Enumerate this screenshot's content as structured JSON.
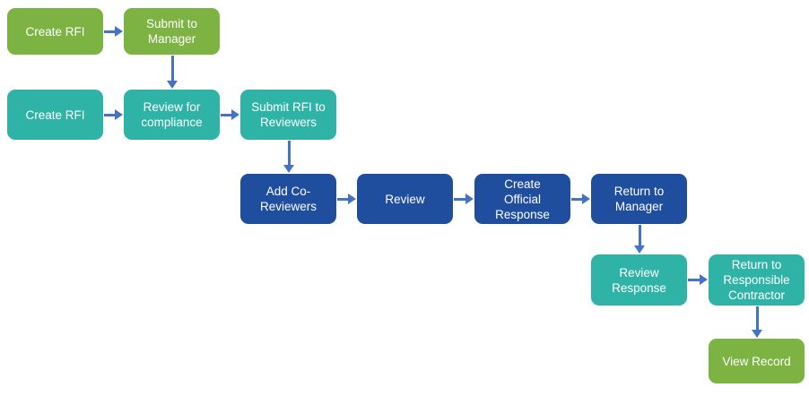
{
  "colors": {
    "green": "#7CB342",
    "teal": "#2FB3A6",
    "blue": "#1F4E9E",
    "arrow": "#4472C4",
    "text": "#FFFFFF",
    "background": "#FFFFFF"
  },
  "nodes": [
    {
      "id": "create-rfi-top",
      "label": "Create RFI",
      "color": "green"
    },
    {
      "id": "submit-to-manager",
      "label": "Submit to Manager",
      "color": "green"
    },
    {
      "id": "create-rfi-second",
      "label": "Create RFI",
      "color": "teal"
    },
    {
      "id": "review-for-compliance",
      "label": "Review for compliance",
      "color": "teal"
    },
    {
      "id": "submit-rfi-to-reviewers",
      "label": "Submit RFI to Reviewers",
      "color": "teal"
    },
    {
      "id": "add-co-reviewers",
      "label": "Add Co-Reviewers",
      "color": "blue"
    },
    {
      "id": "review",
      "label": "Review",
      "color": "blue"
    },
    {
      "id": "create-official-response",
      "label": "Create Official Response",
      "color": "blue"
    },
    {
      "id": "return-to-manager",
      "label": "Return to Manager",
      "color": "blue"
    },
    {
      "id": "review-response",
      "label": "Review Response",
      "color": "teal"
    },
    {
      "id": "return-to-responsible-contractor",
      "label": "Return to Responsible Contractor",
      "color": "teal"
    },
    {
      "id": "view-record",
      "label": "View Record",
      "color": "green"
    }
  ],
  "connections": [
    {
      "from": "create-rfi-top",
      "to": "submit-to-manager",
      "direction": "right"
    },
    {
      "from": "submit-to-manager",
      "to": "review-for-compliance",
      "direction": "down"
    },
    {
      "from": "create-rfi-second",
      "to": "review-for-compliance",
      "direction": "right"
    },
    {
      "from": "review-for-compliance",
      "to": "submit-rfi-to-reviewers",
      "direction": "right"
    },
    {
      "from": "submit-rfi-to-reviewers",
      "to": "add-co-reviewers",
      "direction": "down"
    },
    {
      "from": "add-co-reviewers",
      "to": "review",
      "direction": "right"
    },
    {
      "from": "review",
      "to": "create-official-response",
      "direction": "right"
    },
    {
      "from": "create-official-response",
      "to": "return-to-manager",
      "direction": "right"
    },
    {
      "from": "return-to-manager",
      "to": "review-response",
      "direction": "down"
    },
    {
      "from": "review-response",
      "to": "return-to-responsible-contractor",
      "direction": "right"
    },
    {
      "from": "return-to-responsible-contractor",
      "to": "view-record",
      "direction": "down"
    }
  ]
}
